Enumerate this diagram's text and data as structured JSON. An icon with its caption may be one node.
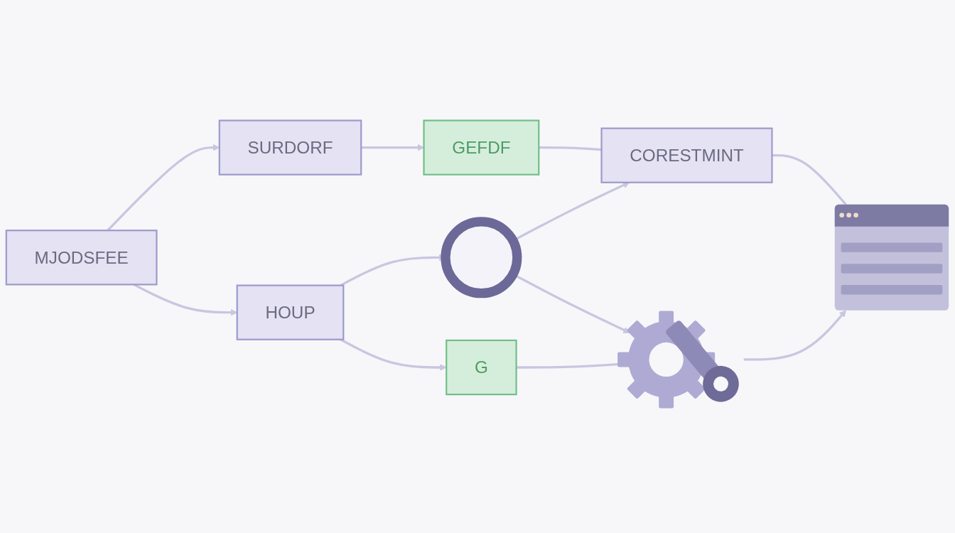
{
  "diagram": {
    "nodes": [
      {
        "text": [
          "MJODSFEE"
        ]
      },
      {
        "text": [
          "SURDORF"
        ]
      },
      {
        "text": [
          "GEFDF"
        ]
      },
      {
        "text": [
          "HOUP"
        ]
      },
      {
        "text": [],
        "shape": "circle"
      },
      {
        "text": [
          "CORESTMINT"
        ]
      },
      {
        "text": [
          "G"
        ]
      },
      {
        "text": [],
        "shape": "picture"
      },
      {
        "text": [],
        "shape": "picture"
      }
    ],
    "edges": [
      {
        "from": 0,
        "to": 1,
        "arrow": "to"
      },
      {
        "from": 1,
        "to": 2,
        "arrow": "to"
      },
      {
        "from": 0,
        "to": 3,
        "arrow": "to"
      },
      {
        "from": 2,
        "to": 5,
        "arrow": "none"
      },
      {
        "from": 3,
        "to": 4,
        "arrow": "to"
      },
      {
        "from": 4,
        "to": 5,
        "arrow": "to"
      },
      {
        "from": 3,
        "to": 6,
        "arrow": "to"
      },
      {
        "from": 4,
        "to": 7,
        "arrow": "to"
      },
      {
        "from": 5,
        "to": 8,
        "arrow": "none"
      },
      {
        "from": 6,
        "to": 7,
        "arrow": "to"
      },
      {
        "from": 7,
        "to": 8,
        "arrow": "to"
      }
    ]
  }
}
